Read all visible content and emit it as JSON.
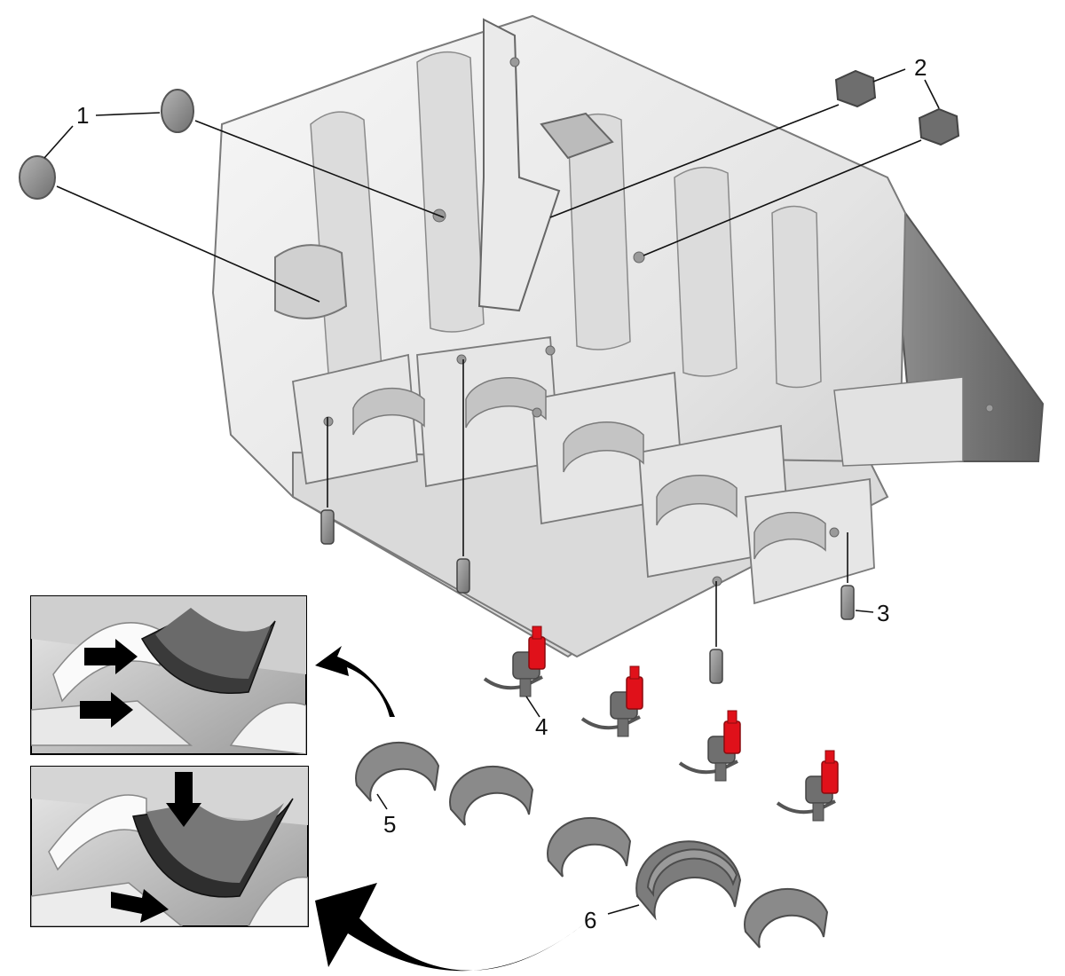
{
  "callouts": [
    {
      "id": "1",
      "label": "1"
    },
    {
      "id": "2",
      "label": "2"
    },
    {
      "id": "3",
      "label": "3"
    },
    {
      "id": "4",
      "label": "4"
    },
    {
      "id": "5",
      "label": "5"
    },
    {
      "id": "6",
      "label": "6"
    }
  ],
  "colors": {
    "block_light": "#efefef",
    "block_mid": "#d2d2d2",
    "block_dark": "#a9a9a9",
    "outline": "#707070",
    "part_grey": "#8c8c8c",
    "highlight_red": "#e0111a",
    "arrow_black": "#000000"
  },
  "icons": {
    "plug": "core-plug",
    "dowel": "dowel-pin",
    "jet": "piston-oil-jet",
    "bearing": "bearing-shell",
    "thrust_bearing": "thrust-bearing-shell"
  }
}
